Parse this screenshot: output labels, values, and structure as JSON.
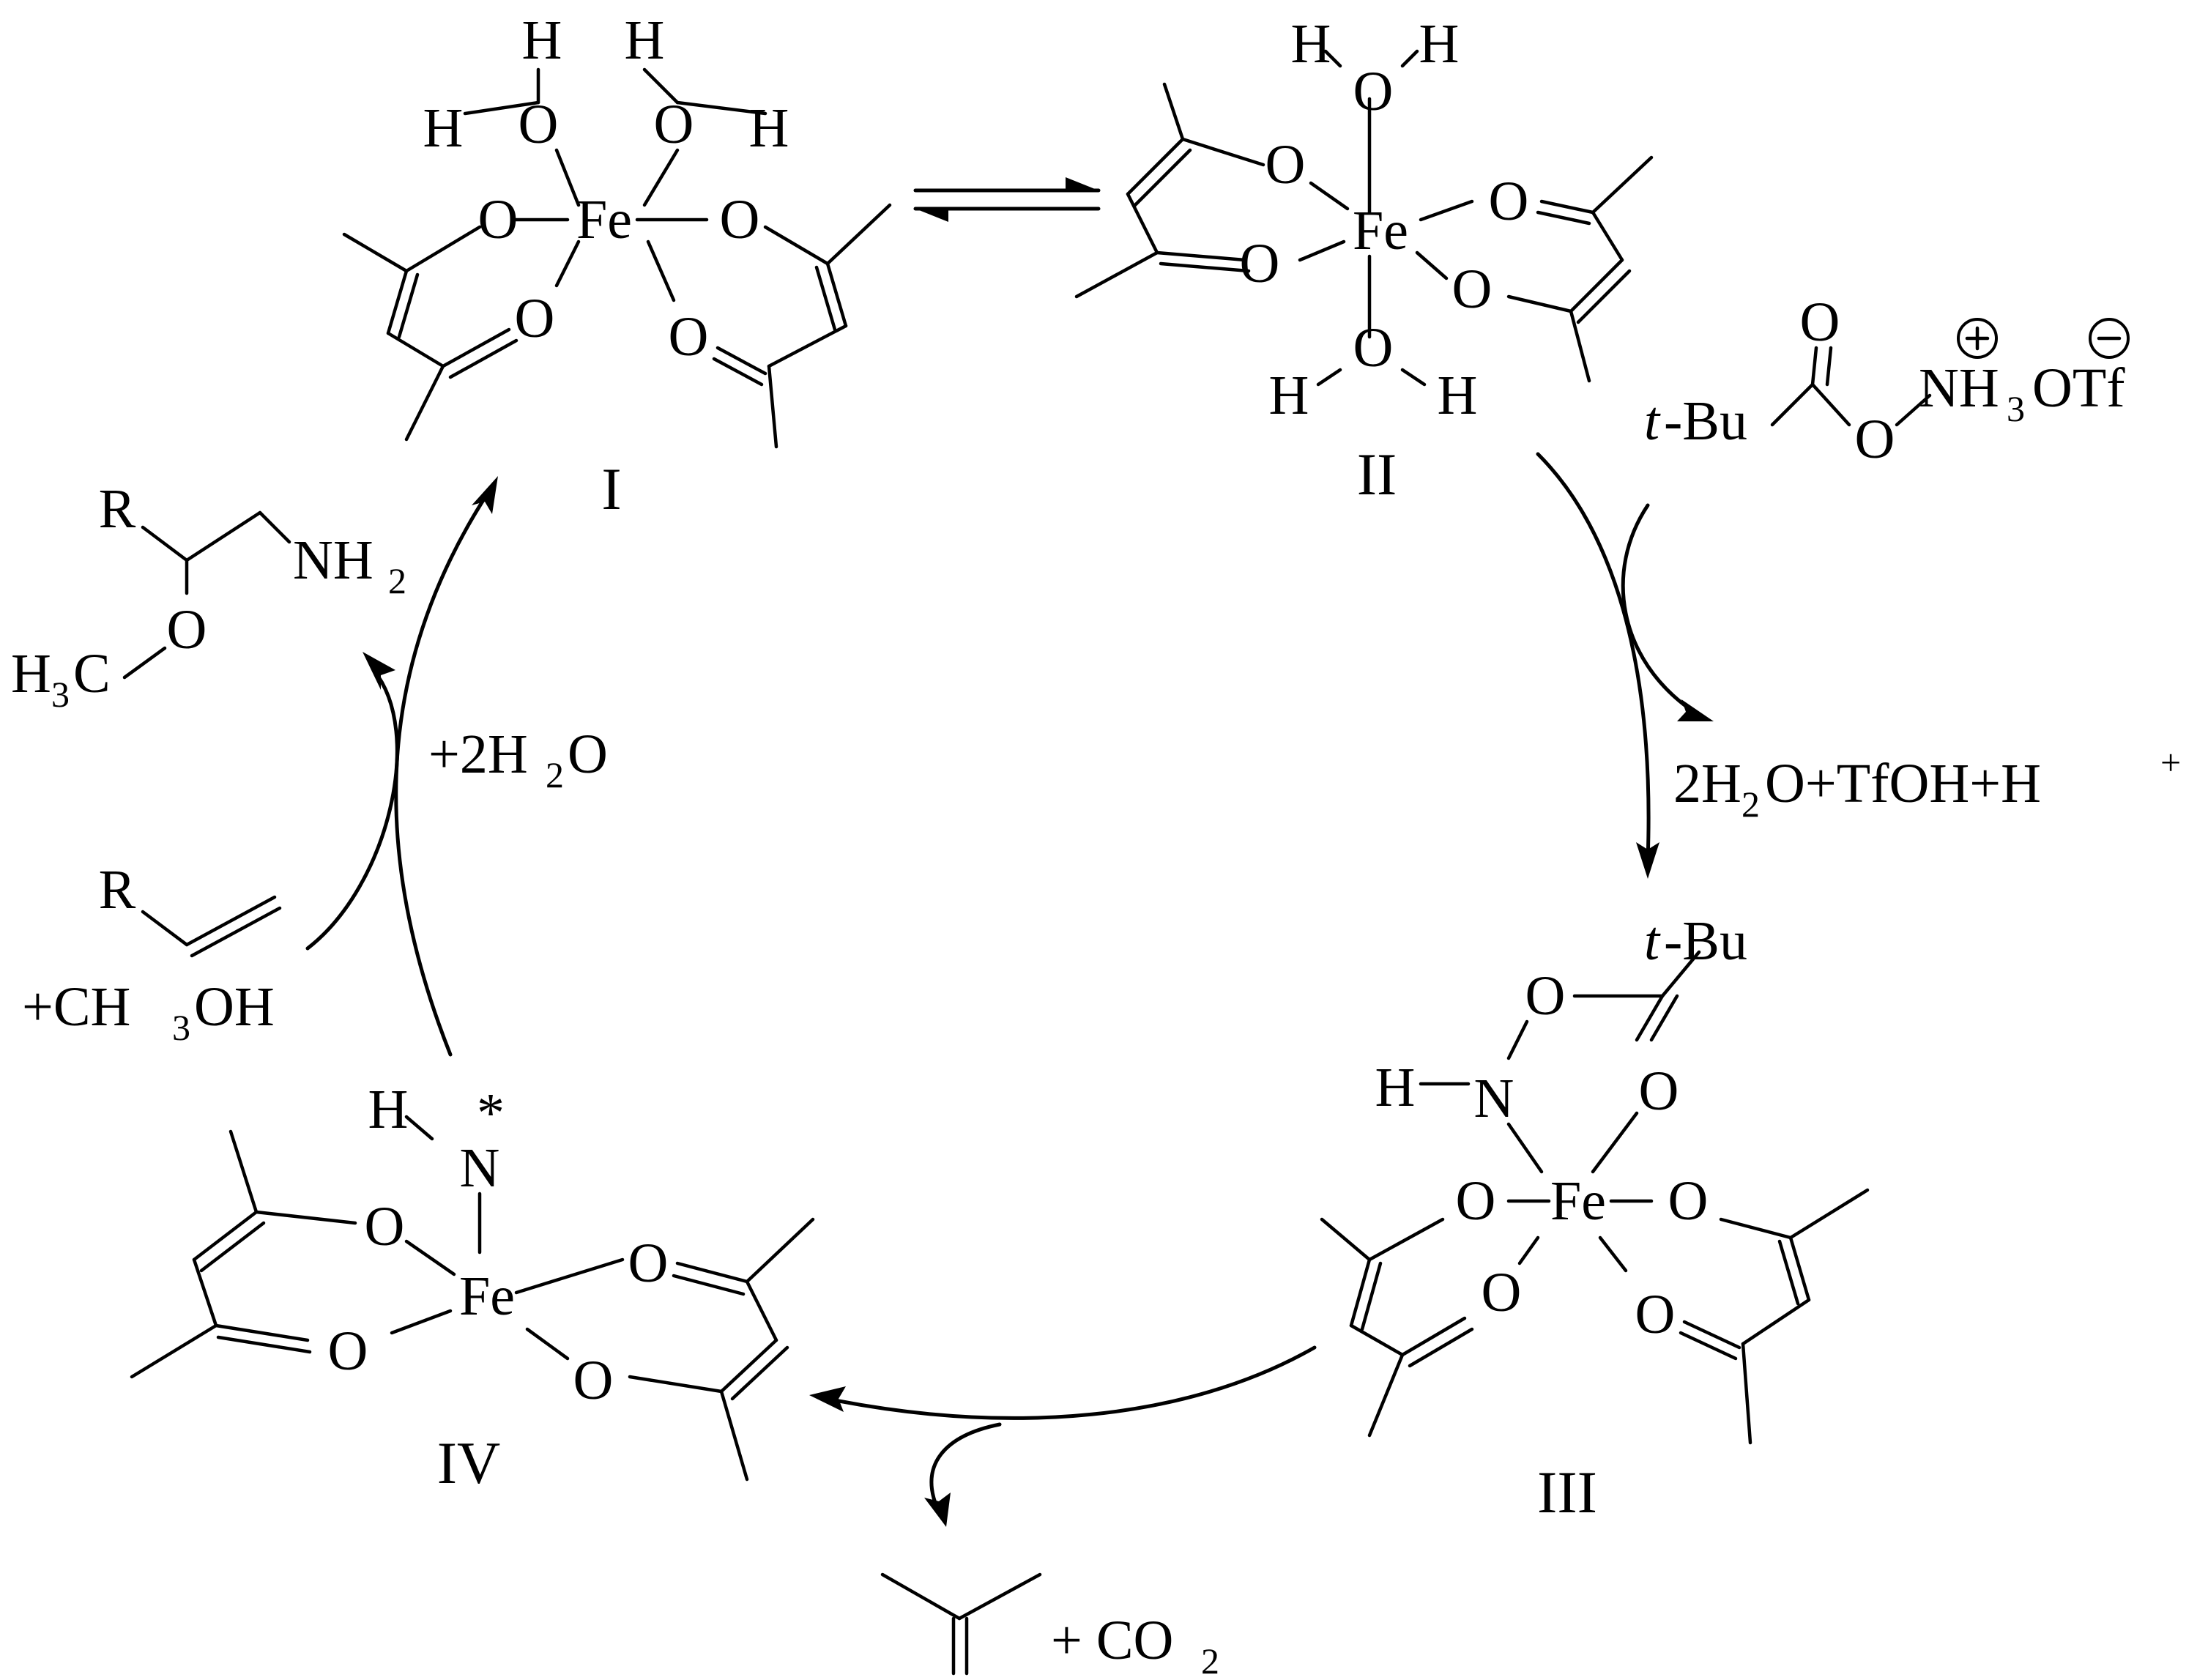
{
  "labels": {
    "complex_1": "I",
    "complex_2": "II",
    "complex_3": "III",
    "complex_4": "IV"
  },
  "atoms": {
    "fe": "Fe",
    "o": "O",
    "h": "H",
    "n": "N",
    "r": "R",
    "tbu_prefix": "t",
    "tbu_suffix": "-Bu",
    "star": "*",
    "plus_charge": "+",
    "minus_charge": "−"
  },
  "reagent": {
    "nh3_n": "NH",
    "nh3_sub": "3",
    "otf": "OTf"
  },
  "byproducts_step2": {
    "part1": "2H",
    "sub1": "2",
    "part2": "O+TfOH+H",
    "sup": "+"
  },
  "step4": {
    "water_prefix": "+2H",
    "water_sub": "2",
    "water_suffix": "O",
    "methanol_prefix": "+CH",
    "methanol_sub": "3",
    "methanol_suffix": "OH"
  },
  "product": {
    "nh2": "NH",
    "nh2_sub": "2",
    "h3c_prefix": "H",
    "h3c_sub": "3",
    "h3c_suffix": "C",
    "o": "O"
  },
  "step3": {
    "co2_prefix": "+ CO",
    "co2_sub": "2"
  }
}
